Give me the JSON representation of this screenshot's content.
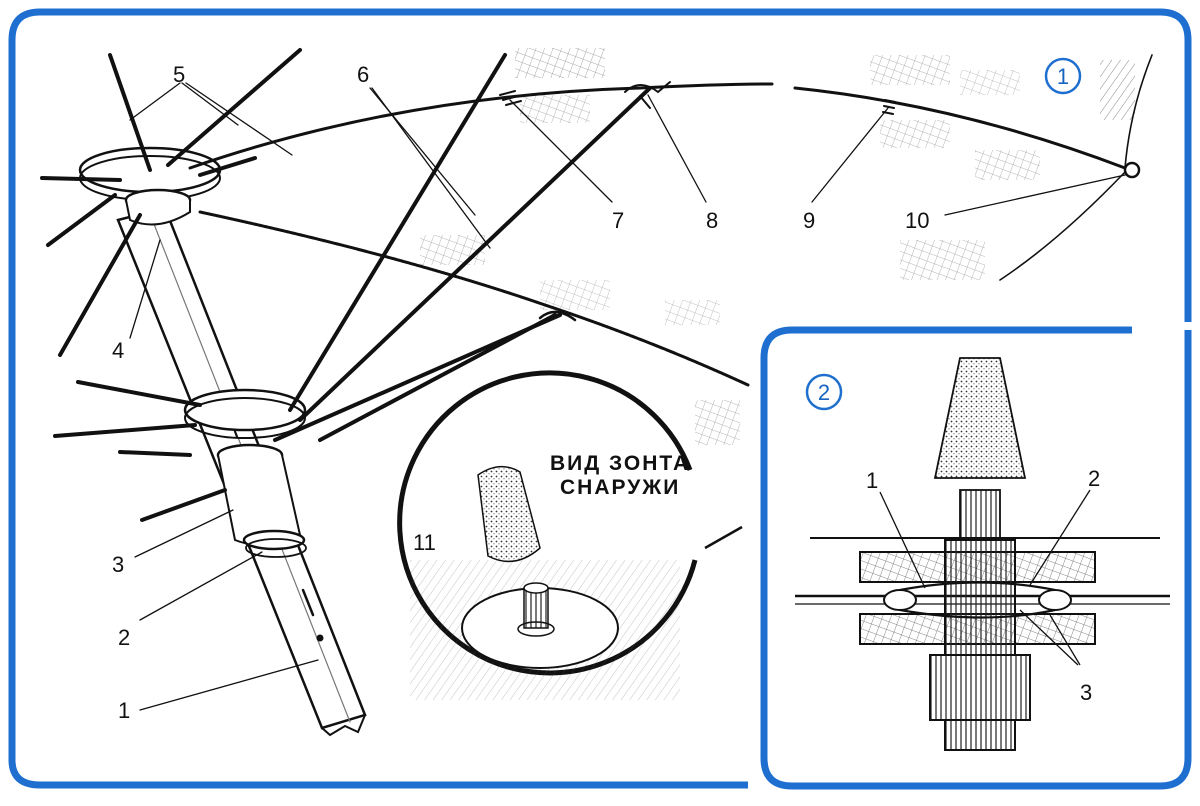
{
  "colors": {
    "frame": "#1e6fd0",
    "ink": "#111111",
    "paper": "#ffffff"
  },
  "panel_main": {
    "badge": "1",
    "labels": {
      "n1": "1",
      "n2": "2",
      "n3": "3",
      "n4": "4",
      "n5": "5",
      "n6": "6",
      "n7": "7",
      "n8": "8",
      "n9": "9",
      "n10": "10",
      "n11": "11"
    },
    "inset_caption_line1": "ВИД ЗОНТА",
    "inset_caption_line2": "СНАРУЖИ"
  },
  "panel_detail": {
    "badge": "2",
    "labels": {
      "n1": "1",
      "n2": "2",
      "n3": "3"
    }
  }
}
